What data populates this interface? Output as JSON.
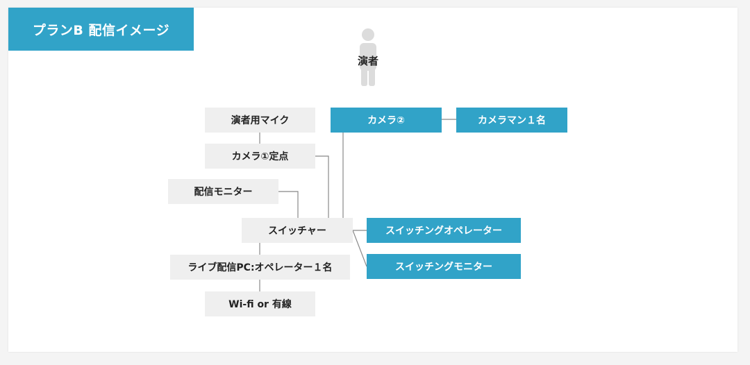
{
  "title": "プランB 配信イメージ",
  "performer": {
    "label": "演者",
    "icon": "person-icon"
  },
  "nodes": {
    "mic": "演者用マイク",
    "camera1": "カメラ①定点",
    "monitor": "配信モニター",
    "switcher": "スイッチャー",
    "pc": "ライブ配信PC:オペレーター１名",
    "wifi": "Wi-fi or 有線",
    "camera2": "カメラ②",
    "cameraman": "カメラマン１名",
    "switch_operator": "スイッチングオペレーター",
    "switch_monitor": "スイッチングモニター"
  },
  "colors": {
    "accent": "#31a3c8",
    "gray_box": "#efefef",
    "line": "#888888"
  }
}
